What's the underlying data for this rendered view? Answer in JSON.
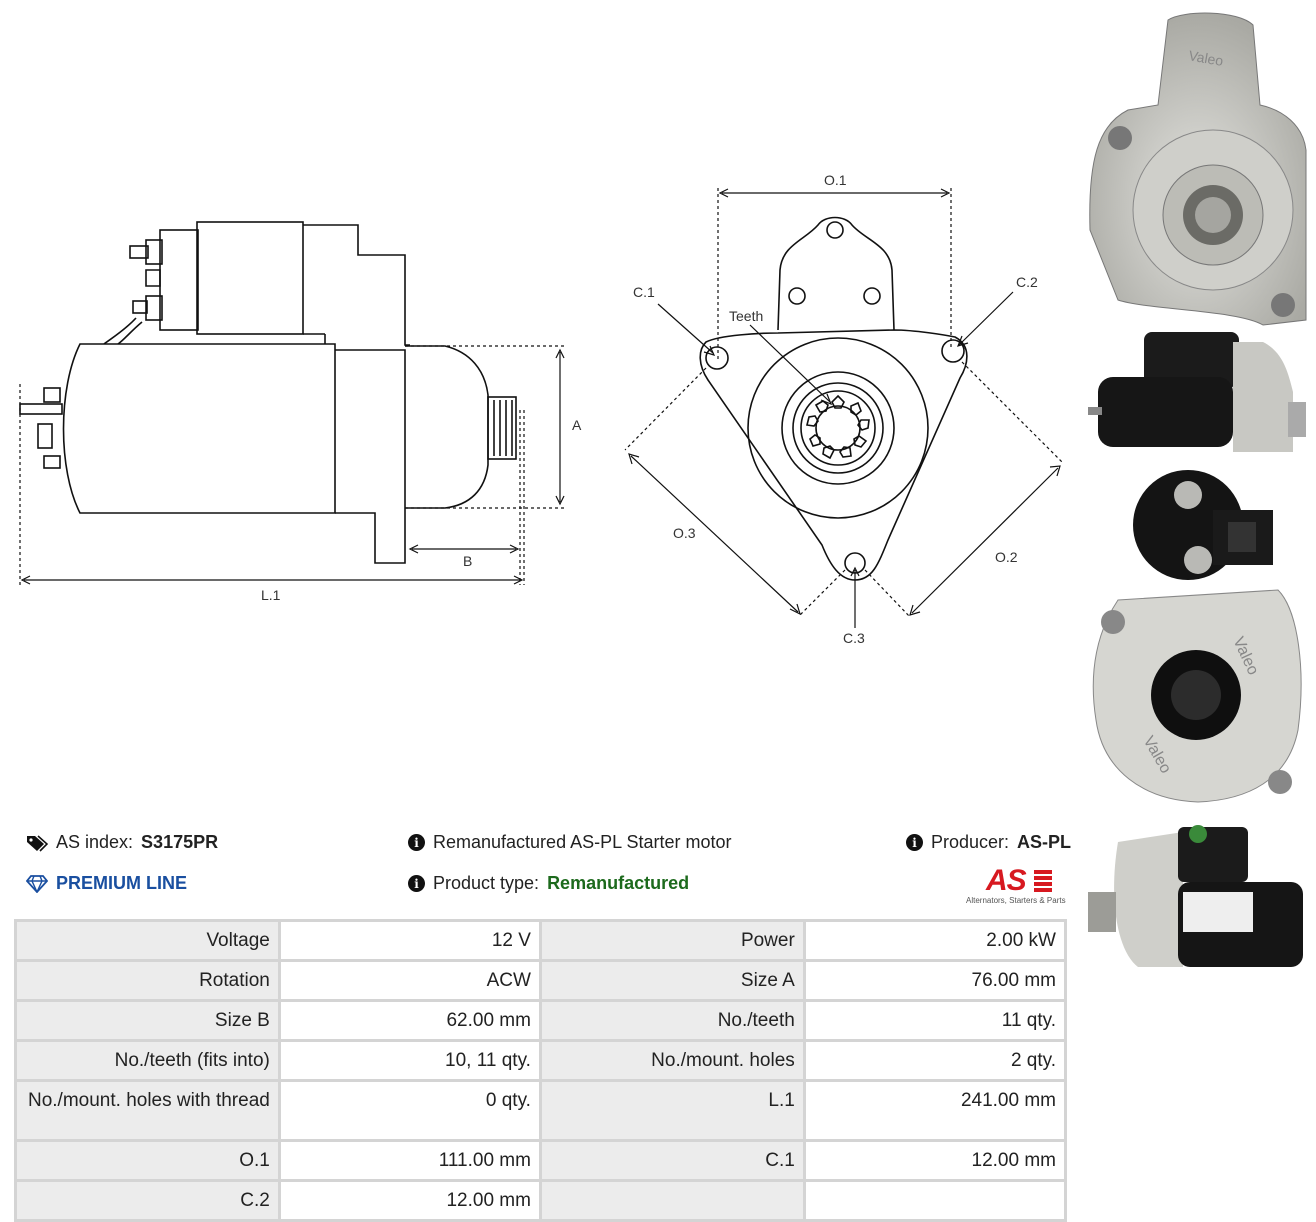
{
  "dimension_labels": {
    "side_view": {
      "a": "A",
      "b": "B",
      "l1": "L.1"
    },
    "front_view": {
      "o1": "O.1",
      "o2": "O.2",
      "o3": "O.3",
      "c1": "C.1",
      "c2": "C.2",
      "c3": "C.3",
      "teeth": "Teeth"
    }
  },
  "info": {
    "as_index_label": "AS index:",
    "as_index_value": "S3175PR",
    "premium_line": "PREMIUM LINE",
    "description": "Remanufactured AS-PL Starter motor",
    "product_type_label": "Product type:",
    "product_type_value": "Remanufactured",
    "producer_label": "Producer:",
    "producer_value": "AS-PL",
    "logo_text": "AS",
    "logo_tagline": "Alternators, Starters & Parts"
  },
  "photo_labels": {
    "brand_mark": "Valeo"
  },
  "specs": [
    [
      "Voltage",
      "12 V",
      "Power",
      "2.00 kW"
    ],
    [
      "Rotation",
      "ACW",
      "Size A",
      "76.00 mm"
    ],
    [
      "Size B",
      "62.00 mm",
      "No./teeth",
      "11 qty."
    ],
    [
      "No./teeth (fits into)",
      "10, 11 qty.",
      "No./mount. holes",
      "2 qty."
    ],
    [
      "No./mount. holes with thread",
      "0 qty.",
      "L.1",
      "241.00 mm"
    ],
    [
      "O.1",
      "111.00 mm",
      "C.1",
      "12.00 mm"
    ],
    [
      "C.2",
      "12.00 mm",
      "",
      ""
    ]
  ],
  "colors": {
    "premium": "#1a4fa0",
    "remanufactured": "#1d6a1d",
    "logo_red": "#d71920"
  }
}
